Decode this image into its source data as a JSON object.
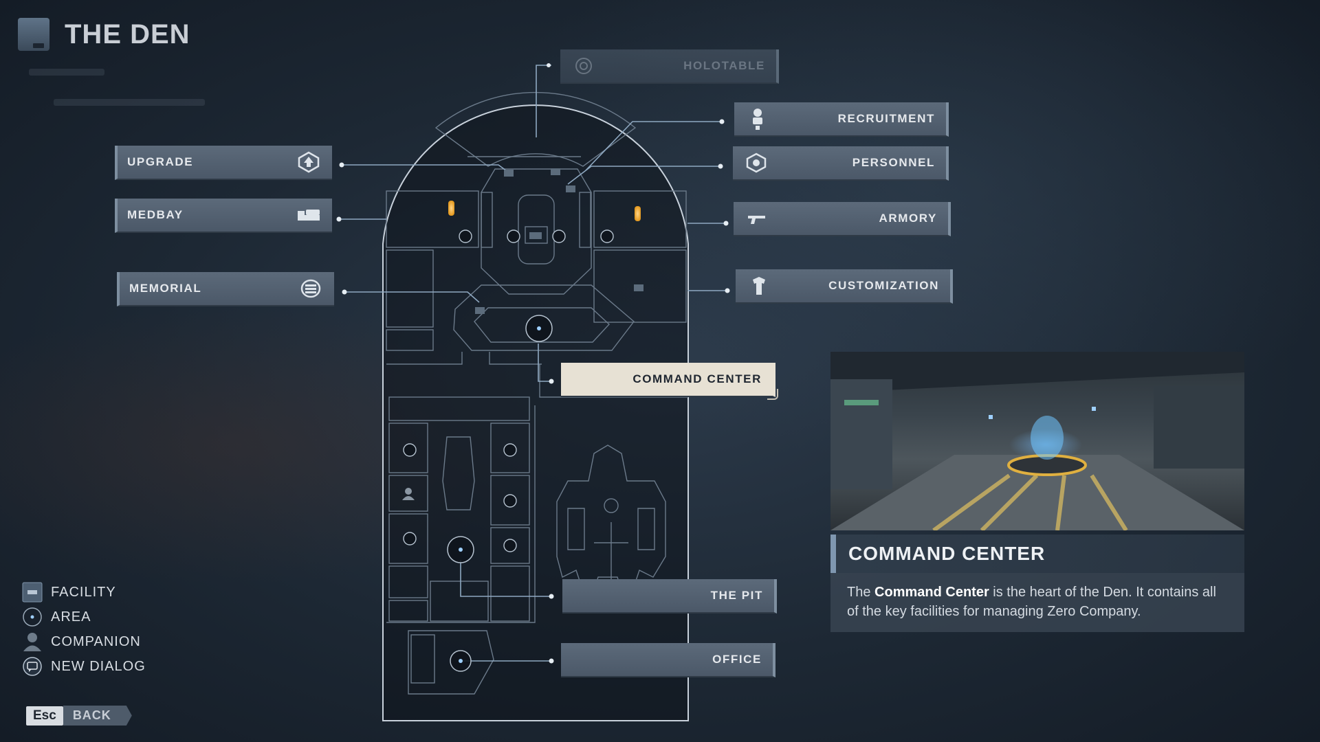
{
  "header": {
    "title": "THE DEN"
  },
  "facilities": {
    "holotable": "HOLOTABLE",
    "recruitment": "RECRUITMENT",
    "personnel": "PERSONNEL",
    "armory": "ARMORY",
    "customization": "CUSTOMIZATION",
    "upgrade": "UPGRADE",
    "medbay": "MEDBAY",
    "memorial": "MEMORIAL",
    "command_center": "COMMAND CENTER",
    "the_pit": "THE PIT",
    "office": "OFFICE"
  },
  "legend": [
    {
      "label": "FACILITY",
      "icon": "facility-icon"
    },
    {
      "label": "AREA",
      "icon": "area-icon"
    },
    {
      "label": "COMPANION",
      "icon": "companion-icon"
    },
    {
      "label": "NEW DIALOG",
      "icon": "new-dialog-icon"
    }
  ],
  "controls": {
    "key": "Esc",
    "back_label": "BACK"
  },
  "info": {
    "title": "COMMAND CENTER",
    "desc_prefix": "The ",
    "desc_bold": "Command Center",
    "desc_suffix": " is the heart of the Den. It contains all of the key facilities for managing Zero Company."
  },
  "colors": {
    "accent": "#7f97b0",
    "button": "#56636f",
    "selected": "#e7e1d4",
    "lamp": "#f0b540",
    "hologram": "#6fc4ff",
    "line": "#8fa9c2"
  }
}
